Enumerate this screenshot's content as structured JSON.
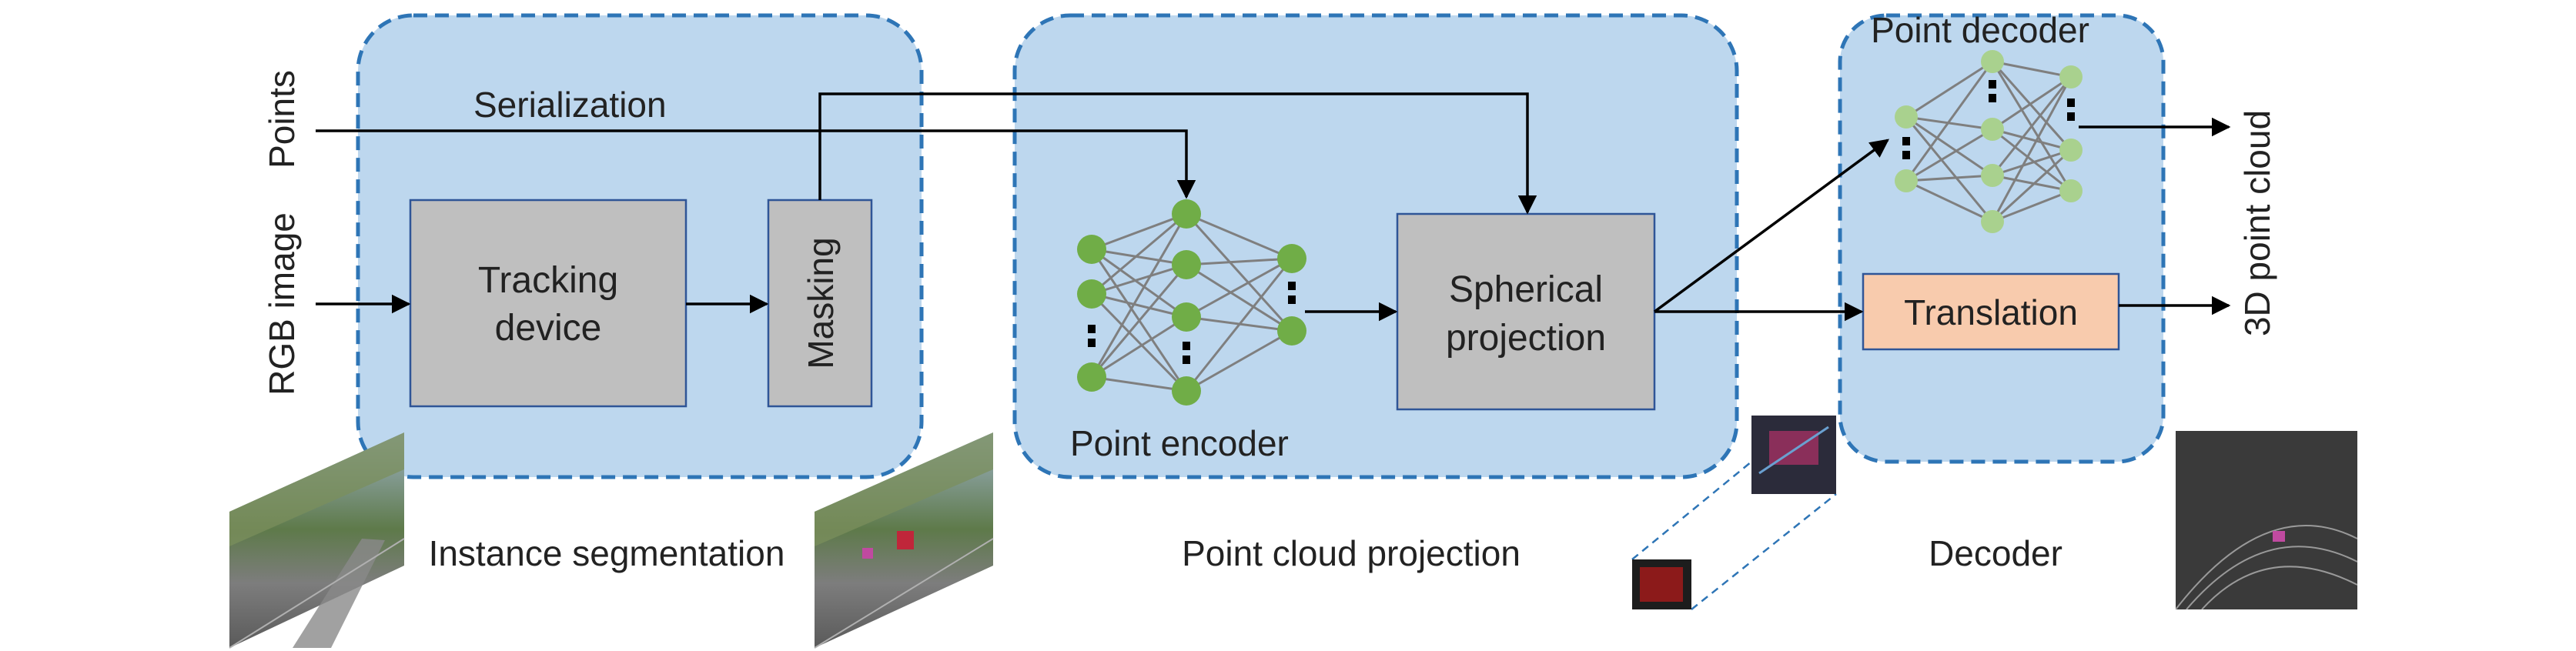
{
  "inputs": {
    "points": "Points",
    "rgb_image": "RGB image"
  },
  "stages": {
    "serialization": "Serialization",
    "tracking_device": [
      "Tracking",
      "device"
    ],
    "masking": "Masking",
    "point_encoder": "Point encoder",
    "spherical_projection": [
      "Spherical",
      "projection"
    ],
    "point_decoder": "Point decoder",
    "translation": "Translation"
  },
  "outputs": {
    "point_cloud_3d": "3D point cloud"
  },
  "captions": {
    "instance_segmentation": "Instance segmentation",
    "point_cloud_projection": "Point cloud projection",
    "decoder": "Decoder"
  },
  "colors": {
    "panel_fill": "#bdd7ee",
    "panel_border": "#2e75b6",
    "box_fill": "#bfbfbf",
    "box_border": "#2f5597",
    "translation_fill": "#f8cbad",
    "encoder_node": "#70ad47",
    "decoder_node": "#a9d18e",
    "edge": "#7f7f7f",
    "arrow": "#000000"
  }
}
